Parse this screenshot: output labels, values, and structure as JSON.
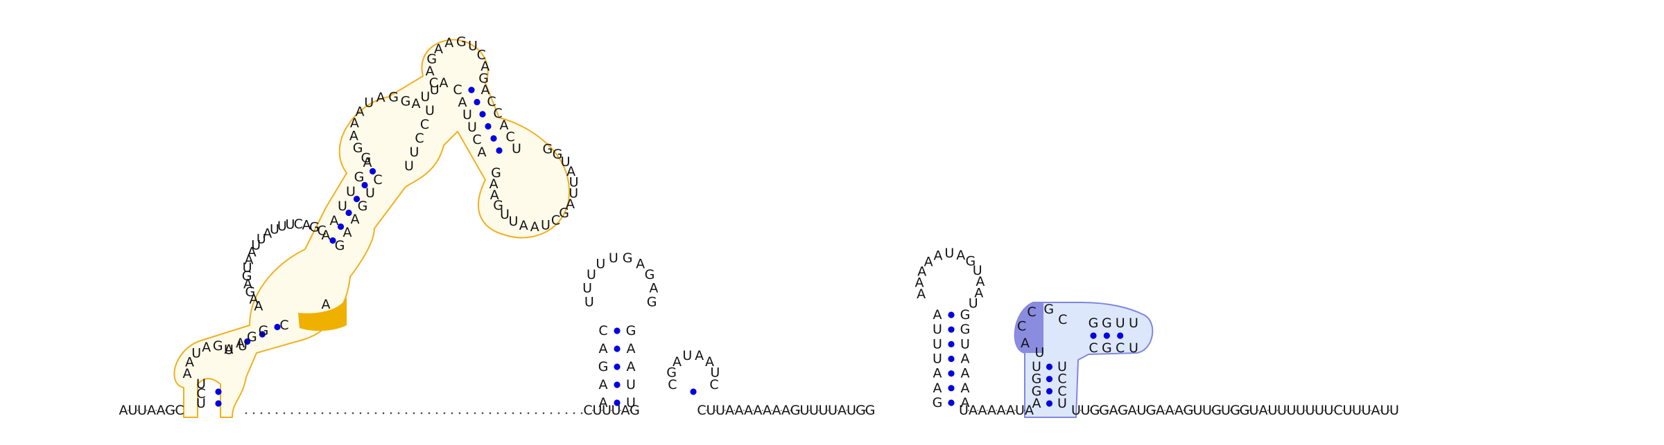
{
  "colors": {
    "pair_dot": "#0000e0",
    "orange_outline": "#f0b020",
    "orange_fill": "#fffbea",
    "orange_mark": "#f0b000",
    "blue_outline": "#7f86e0",
    "blue_fill": "#dde7fb",
    "blue_mark": "#8a8ce0"
  },
  "backbone": {
    "start_seq": "AUUAAGC",
    "gap_marker": "·"
  },
  "domains": {
    "orange": {
      "strands": [
        "UCUAAUAGUAAGGAAGAGUAAUUAUUUCAGCAAUUGAGGAAAUAGGAUUACAGAAGUCAGACCACUGGUAUUAGCUAAUUGAAGACUUACUCCUUCUGAAGACU"
      ]
    },
    "hairpin2": {
      "seq": "AAGACUUUUUGAGAGGAAUUCUUUAG"
    },
    "hairpin3": {
      "seq": "CGAUAAUC"
    },
    "hairpin4": {
      "seq": "GAAUUUAAAAAAUAGUAAUGGUAAAAAUA"
    },
    "blue": {
      "seq": "AGGUUACCGCGGUUUCGCUCCU"
    }
  },
  "tail_seq": "UUGGAGAUGAAAGUUGUGGUAUUUUUUUCUUUAUU"
}
